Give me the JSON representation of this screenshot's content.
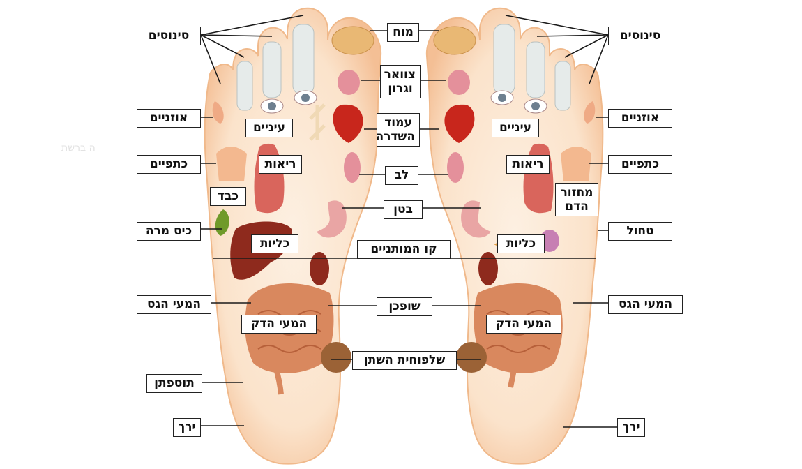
{
  "labels": {
    "left": {
      "sinuses": "סינוסים",
      "ears": "אוזניים",
      "shoulders": "כתפיים",
      "gallbladder": "כיס מרה",
      "large_intestine": "המעי הגס",
      "appendix": "תוספתן",
      "thigh": "ירך",
      "eyes": "עיניים",
      "lungs": "ריאות",
      "liver": "כבד",
      "kidneys": "כליות",
      "small_intestine": "המעי הדק"
    },
    "center": {
      "brain": "מוח",
      "neck_throat_1": "צוואר",
      "neck_throat_2": "וגרון",
      "spine_1": "עמוד",
      "spine_2": "השדרה",
      "heart": "לב",
      "stomach": "בטן",
      "waist_line": "קו המותניים",
      "sphincter": "שופכן",
      "bladder": "שלפוחית השתן"
    },
    "right": {
      "sinuses": "סינוסים",
      "ears": "אוזניים",
      "shoulders": "כתפיים",
      "spleen": "טחול",
      "large_intestine": "המעי הגס",
      "thigh": "ירך",
      "eyes": "עיניים",
      "lungs": "ריאות",
      "circulation_1": "מחזור",
      "circulation_2": "הדם",
      "kidneys": "כליות",
      "small_intestine": "המעי הדק"
    }
  },
  "watermark": "ה ברשת",
  "colors": {
    "skin_outer": "#f6c9a3",
    "skin_inner": "#fbe6d0",
    "lung": "#d9655c",
    "liver": "#8e2a1d",
    "intestine": "#d9885e",
    "gallbladder": "#6f9a2a",
    "heart": "#c8261c",
    "bladder": "#9b6236",
    "brain": "#e9b874",
    "thyroid": "#e4909b",
    "bone": "#e8eaea",
    "line": "#1a1a1a"
  }
}
